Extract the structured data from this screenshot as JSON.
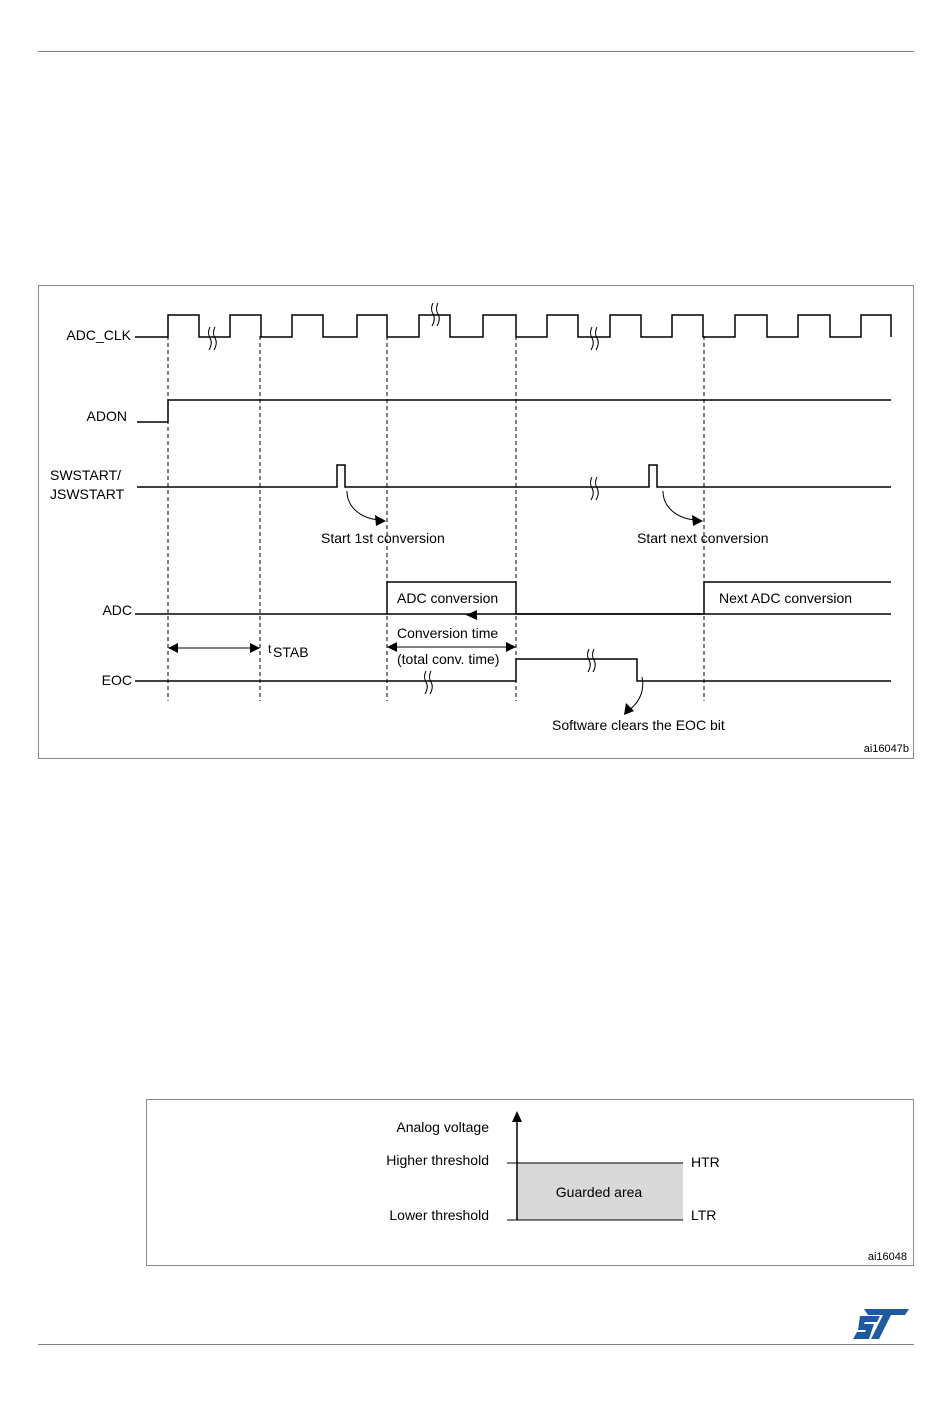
{
  "timing_figure": {
    "signals": {
      "adc_clk": "ADC_CLK",
      "adon": "ADON",
      "swstart_line1": "SWSTART/",
      "swstart_line2": "JSWSTART",
      "adc": "ADC",
      "eoc": "EOC"
    },
    "annotations": {
      "start_first": "Start 1st conversion",
      "start_next": "Start next conversion",
      "adc_conversion": "ADC conversion",
      "next_adc_conversion": "Next ADC conversion",
      "conversion_time": "Conversion time",
      "total_conv_time": "(total conv. time)",
      "tstab_t": "t",
      "tstab_sub": "STAB",
      "software_clears": "Software clears the EOC bit"
    },
    "figure_id": "ai16047b"
  },
  "threshold_figure": {
    "analog_voltage": "Analog voltage",
    "higher_threshold": "Higher threshold",
    "lower_threshold": "Lower threshold",
    "guarded_area": "Guarded area",
    "htr": "HTR",
    "ltr": "LTR",
    "figure_id": "ai16048",
    "guarded_fill": "#d9d9d9"
  },
  "footer": {
    "logo": "st-logo",
    "logo_color": "#1e5aa0"
  }
}
